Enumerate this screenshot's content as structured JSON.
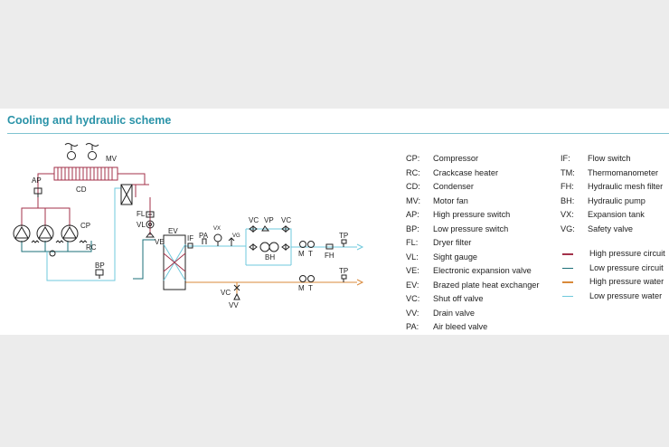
{
  "title": "Cooling and hydraulic scheme",
  "diagram_labels": {
    "MV": "MV",
    "AP": "AP",
    "CD": "CD",
    "CP": "CP",
    "RC": "RC",
    "BP": "BP",
    "FL": "FL",
    "VL": "VL",
    "VE": "VE",
    "EV": "EV",
    "IF": "IF",
    "PA": "PA",
    "VX": "VX",
    "VG": "VG",
    "VC1": "VC",
    "VP": "VP",
    "VC2": "VC",
    "BH": "BH",
    "M1": "M",
    "T1": "T",
    "FH": "FH",
    "TP1": "TP",
    "TP2": "TP",
    "M2": "M",
    "T2": "T",
    "VC3": "VC",
    "VV": "VV"
  },
  "legend_col1": [
    {
      "code": "CP:",
      "desc": "Compressor"
    },
    {
      "code": "RC:",
      "desc": "Crackcase heater"
    },
    {
      "code": "CD:",
      "desc": "Condenser"
    },
    {
      "code": "MV:",
      "desc": "Motor fan"
    },
    {
      "code": "AP:",
      "desc": "High pressure switch"
    },
    {
      "code": "BP:",
      "desc": "Low pressure switch"
    },
    {
      "code": "FL:",
      "desc": "Dryer filter"
    },
    {
      "code": "VL:",
      "desc": "Sight gauge"
    },
    {
      "code": "VE:",
      "desc": "Electronic expansion valve"
    },
    {
      "code": "EV:",
      "desc": "Brazed plate heat exchanger"
    },
    {
      "code": "VC:",
      "desc": "Shut off valve"
    },
    {
      "code": "VV:",
      "desc": "Drain valve"
    },
    {
      "code": "PA:",
      "desc": "Air bleed valve"
    }
  ],
  "legend_col2": [
    {
      "code": "IF:",
      "desc": "Flow switch"
    },
    {
      "code": "TM:",
      "desc": "Thermomanometer"
    },
    {
      "code": "FH:",
      "desc": "Hydraulic mesh filter"
    },
    {
      "code": "BH:",
      "desc": "Hydraulic pump"
    },
    {
      "code": "VX:",
      "desc": "Expansion tank"
    },
    {
      "code": "VG:",
      "desc": "Safety valve"
    }
  ],
  "legend_lines": [
    {
      "color": "#a3324a",
      "desc": "High pressure circuit"
    },
    {
      "color": "#1b6f78",
      "desc": "Low pressure circuit"
    },
    {
      "color": "#d9893a",
      "desc": "High pressure water"
    },
    {
      "color": "#6fc9dc",
      "desc": "Low pressure water"
    }
  ],
  "colors": {
    "accent": "#2a93a8",
    "high_pressure_circuit": "#a3324a",
    "low_pressure_circuit": "#1b6f78",
    "high_pressure_water": "#d9893a",
    "low_pressure_water": "#6fc9dc"
  }
}
